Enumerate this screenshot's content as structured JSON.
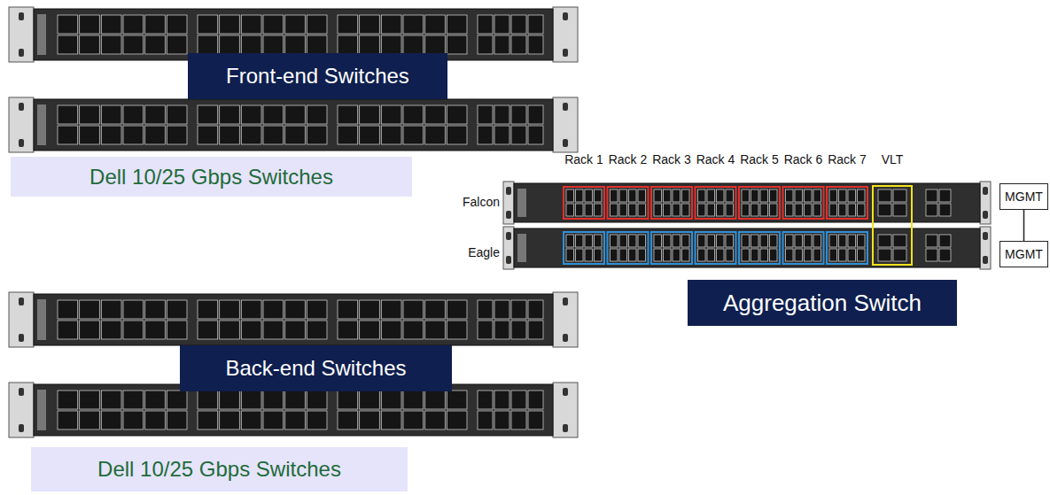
{
  "diagram": {
    "nodes": [
      {
        "text": [
          "Front-end Switches"
        ]
      },
      {
        "text": [
          "Dell 10/25 Gbps Switches"
        ]
      },
      {
        "text": [
          "MGMT"
        ]
      },
      {
        "text": [
          "MGMT"
        ]
      },
      {
        "text": [
          "Aggregation Switch"
        ]
      },
      {
        "text": [
          "Back-end Switches"
        ]
      },
      {
        "text": [
          "Dell 10/25 Gbps Switches"
        ]
      }
    ],
    "edges": [
      {
        "from": 2,
        "to": 3,
        "arrow": "none"
      }
    ],
    "labels": [
      "Rack 1",
      "Rack 2",
      "Rack 3",
      "Rack 4",
      "Rack 5",
      "Rack 6",
      "Rack 7",
      "VLT",
      "Falcon",
      "Eagle"
    ]
  }
}
